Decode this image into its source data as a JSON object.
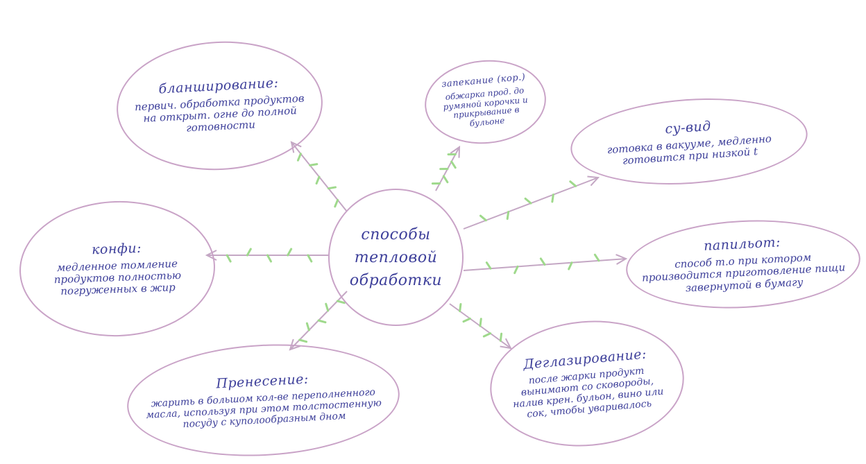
{
  "colors": {
    "ink": "#3d3f9a",
    "outline": "#c9a3c7",
    "arrow": "#c4a7c4",
    "leaves": "#9fd98c"
  },
  "center": {
    "lines": [
      "способы",
      "тепловой",
      "обработки"
    ]
  },
  "nodes": [
    {
      "id": "blanch",
      "title": "бланширование:",
      "desc": "первич. обработка продуктов на открыт. огне до полной готовности"
    },
    {
      "id": "baking",
      "title": "запекание (кор.)",
      "desc": "обжарка прод. до румяной корочки и прикрывание в бульоне"
    },
    {
      "id": "sousvide",
      "title": "су-вид",
      "desc": "готовка в вакууме, медленно готовится при низкой t"
    },
    {
      "id": "confit",
      "title": "конфи:",
      "desc": "медленное томление продуктов полностью погруженных в жир"
    },
    {
      "id": "papillot",
      "title": "папильот:",
      "desc": "способ т.о при котором производится приготовление пищи завернутой в бумагу"
    },
    {
      "id": "frying",
      "title": "Пренесение:",
      "desc": "жарить в большом кол-ве переполненного масла, используя при этом толстостенную посуду с куполообразным дном"
    },
    {
      "id": "degl",
      "title": "Деглазирование:",
      "desc": "после жарки продукт вынимают со сковороды, налив крен. бульон, вино или сок, чтобы уваривалось"
    }
  ]
}
